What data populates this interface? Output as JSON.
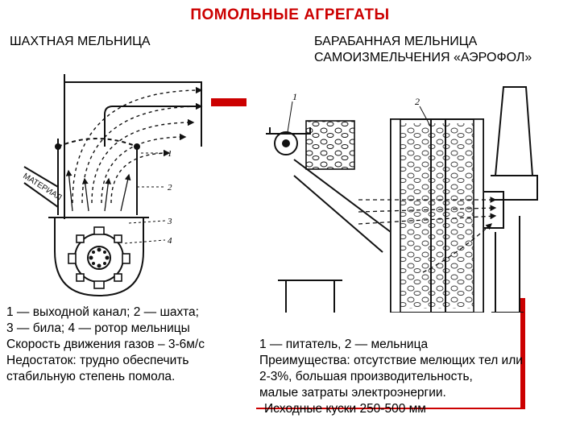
{
  "title": "ПОМОЛЬНЫЕ АГРЕГАТЫ",
  "left": {
    "subtitle": "ШАХТНАЯ МЕЛЬНИЦА",
    "figure_labels": {
      "material": "МАТЕРИАЛ",
      "n1": "1",
      "n2": "2",
      "n3": "3",
      "n4": "4"
    },
    "caption": [
      "1 — выходной канал; 2 — шахта;",
      "3 — била; 4 — ротор мельницы",
      "Скорость движения газов – 3-6м/с",
      "Недостаток: трудно обеспечить",
      "стабильную степень помола."
    ]
  },
  "right": {
    "subtitle_lines": [
      "БАРАБАННАЯ МЕЛЬНИЦА",
      "САМОИЗМЕЛЬЧЕНИЯ «АЭРОФОЛ»"
    ],
    "figure_labels": {
      "n1": "1",
      "n2": "2"
    },
    "caption": [
      "1 — питатель, 2 — мельница",
      "Преимущества: отсутствие мелющих тел или",
      "2-3%, большая производительность,",
      "малые затраты электроэнергии.",
      "Исходные куски 250-500 мм"
    ]
  },
  "colors": {
    "accent": "#cc0000",
    "ink": "#111111"
  }
}
